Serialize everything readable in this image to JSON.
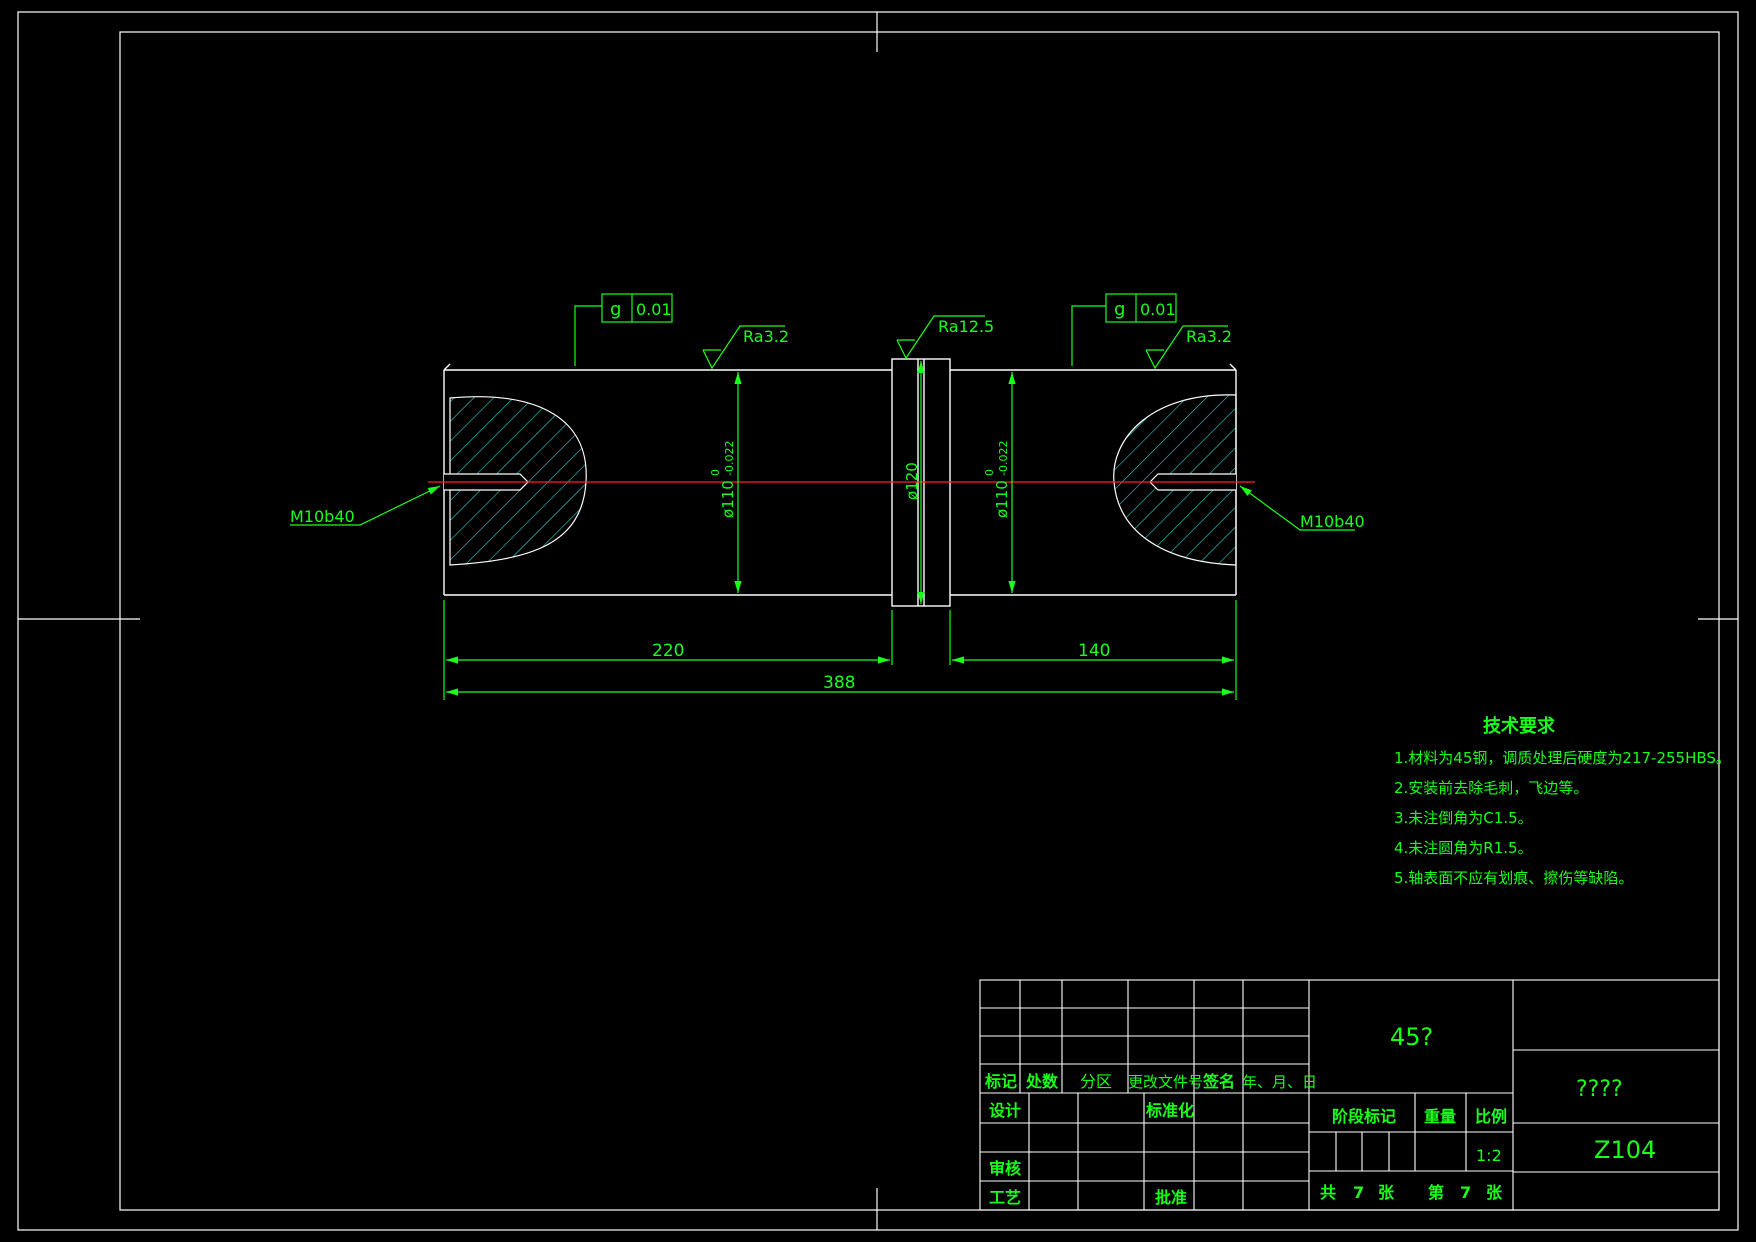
{
  "drawing": {
    "tolerance_left": {
      "symbol": "g",
      "value": "0.01"
    },
    "tolerance_right": {
      "symbol": "g",
      "value": "0.01"
    },
    "roughness_left": "Ra3.2",
    "roughness_center": "Ra12.5",
    "roughness_right": "Ra3.2",
    "thread_left": "M10b40",
    "thread_right": "M10b40",
    "dim_diam_left": "ø110",
    "dim_diam_left_upper": "0",
    "dim_diam_left_lower": "-0.022",
    "dim_diam_center": "ø120",
    "dim_diam_right": "ø110",
    "dim_diam_right_upper": "0",
    "dim_diam_right_lower": "-0.022",
    "dim_len_left": "220",
    "dim_len_right": "140",
    "dim_len_total": "388"
  },
  "tech_requirements": {
    "title": "技术要求",
    "items": [
      "1.材料为45钢，调质处理后硬度为217-255HBS。",
      "2.安装前去除毛刺，飞边等。",
      "3.未注倒角为C1.5。",
      "4.未注圆角为R1.5。",
      "5.轴表面不应有划痕、擦伤等缺陷。"
    ]
  },
  "title_block": {
    "material": "45?",
    "part_name": "????",
    "drawing_no": "Z104",
    "headers": [
      "标记",
      "处数",
      "分区",
      "更改文件号",
      "签名",
      "年、月、日"
    ],
    "design": "设计",
    "standardize": "标准化",
    "review": "审核",
    "process": "工艺",
    "approve": "批准",
    "stage_mark": "阶段标记",
    "weight": "重量",
    "scale_label": "比例",
    "scale_value": "1:2",
    "sheets": {
      "total_prefix": "共",
      "total": "7",
      "total_unit": "张",
      "current_prefix": "第",
      "current": "7",
      "current_unit": "张"
    }
  },
  "colors": {
    "outline": "#ffffff",
    "annotation": "#19ff19",
    "hatch": "#2fd3d3",
    "centerline": "#ff2020"
  }
}
